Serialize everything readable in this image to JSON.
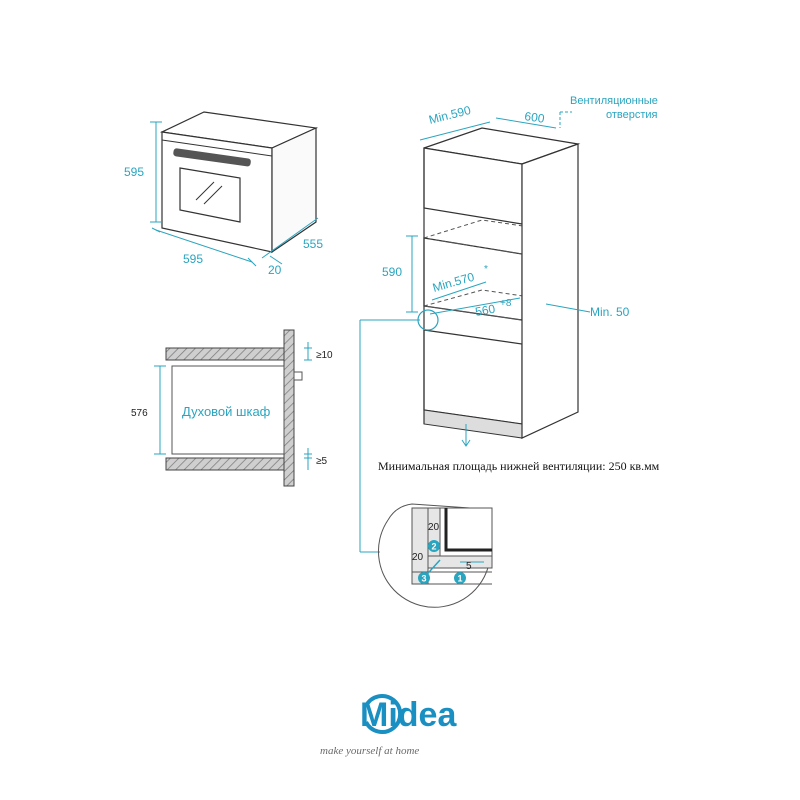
{
  "oven_view": {
    "height": "595",
    "width": "595",
    "depth": "555",
    "door_offset": "20"
  },
  "side_section": {
    "cabinet_label": "Духовой шкаф",
    "height": "576",
    "top_gap": "≥10",
    "bottom_gap": "≥5"
  },
  "cabinet_view": {
    "min_width": "Min.590",
    "depth": "600",
    "vent_label_line1": "Вентиляционные",
    "vent_label_line2": "отверстия",
    "opening_height": "590",
    "min_inner": "Min.570",
    "min_inner_mark": "*",
    "inner_width": "560",
    "inner_width_tol": "+8",
    "min_back": "Min. 50"
  },
  "note": "Минимальная площадь нижней вентиляции: 250 кв.мм",
  "detail": {
    "dim_top": "20",
    "dim_left": "20",
    "dim_small": "5",
    "marker_1": "1",
    "marker_2": "2",
    "marker_3": "3"
  },
  "brand": {
    "name": "Midea",
    "slogan": "make yourself at home",
    "color": "#1a8fc1"
  },
  "colors": {
    "dimension": "#2aa5c0",
    "line": "#333333"
  }
}
